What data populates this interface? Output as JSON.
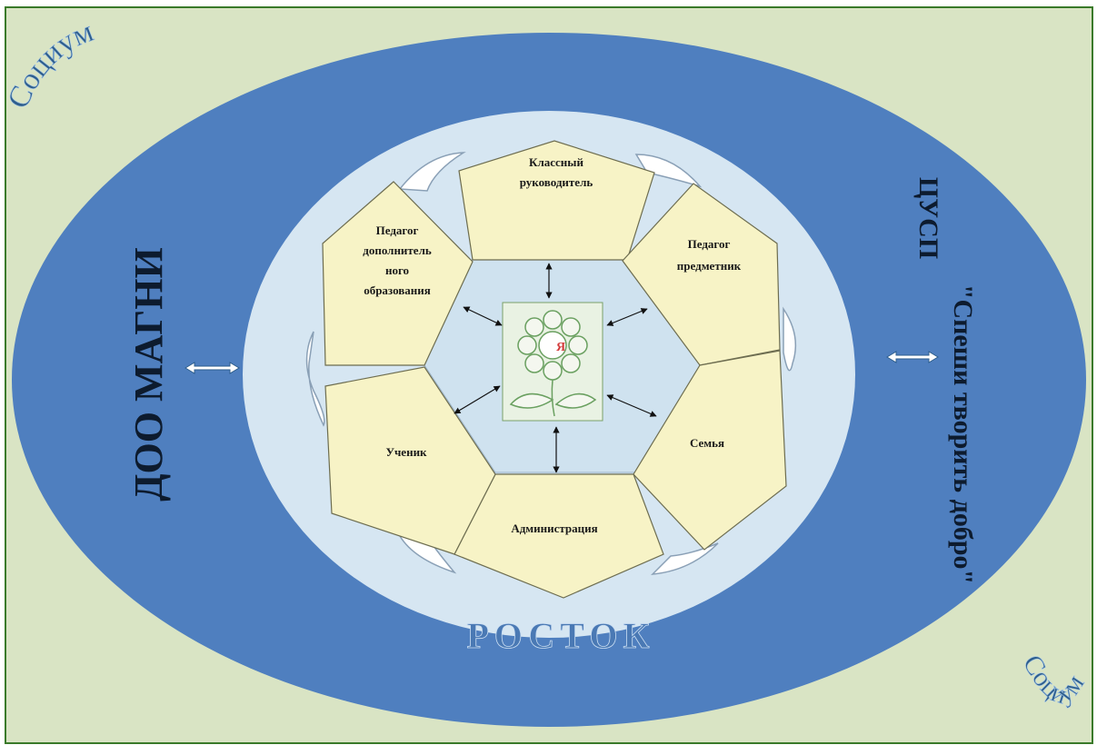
{
  "diagram": {
    "outer_label_top": "Социум",
    "outer_label_bottom": "Социум",
    "left_org": "ДОО МАГНИ",
    "right_org_line1": "ЦУСП",
    "right_org_line2": "\"Спеши творить добро\"",
    "center_ring_label": "РОСТОК",
    "center_label": "Я",
    "nodes": [
      {
        "id": "klass",
        "lines": [
          "Классный",
          "руководитель"
        ]
      },
      {
        "id": "pedagog-predmet",
        "lines": [
          "Педагог",
          "предметник"
        ]
      },
      {
        "id": "semya",
        "lines": [
          "Семья"
        ]
      },
      {
        "id": "admin",
        "lines": [
          "Администрация"
        ]
      },
      {
        "id": "uchenik",
        "lines": [
          "Ученик"
        ]
      },
      {
        "id": "pedagog-dop",
        "lines": [
          "Педагог",
          "дополнитель",
          "ного",
          "образования"
        ]
      }
    ]
  },
  "colors": {
    "background": "#d9e4c4",
    "frame": "#3a7a2a",
    "outer_ellipse": "#4f7fbf",
    "inner_ellipse": "#d6e6f2",
    "pentagon_fill": "#f7f3c6",
    "pentagon_stroke": "#6d6d50",
    "hexagon_fill": "#cfe2ef"
  }
}
